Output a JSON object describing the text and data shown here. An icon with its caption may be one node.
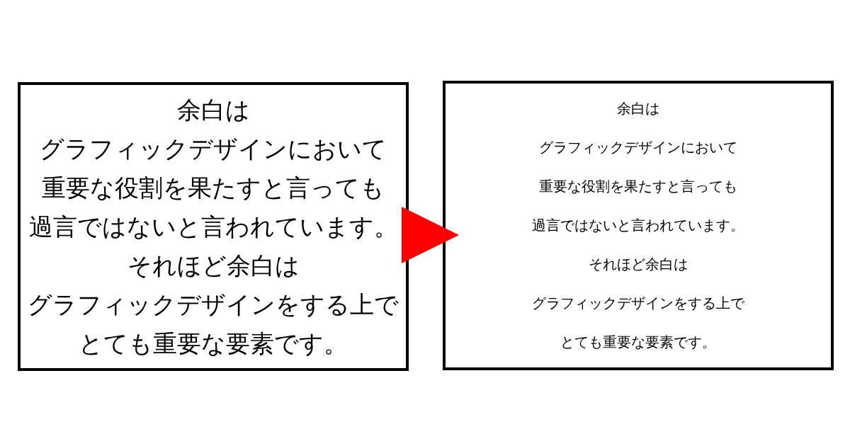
{
  "diagram": {
    "nodes": [
      {
        "text": [
          "余白は",
          "グラフィックデザインにおいて",
          "重要な役割を果たすと言っても",
          "過言ではないと言われています。",
          "それほど余白は",
          "グラフィックデザインをする上で",
          "とても重要な要素です。"
        ]
      },
      {
        "text": [
          "余白は",
          "グラフィックデザインにおいて",
          "重要な役割を果たすと言っても",
          "過言ではないと言われています。",
          "それほど余白は",
          "グラフィックデザインをする上で",
          "とても重要な要素です。"
        ]
      }
    ],
    "edges": [
      {
        "from": 0,
        "to": 1,
        "arrow": "to",
        "color": "#ff0000"
      }
    ]
  }
}
